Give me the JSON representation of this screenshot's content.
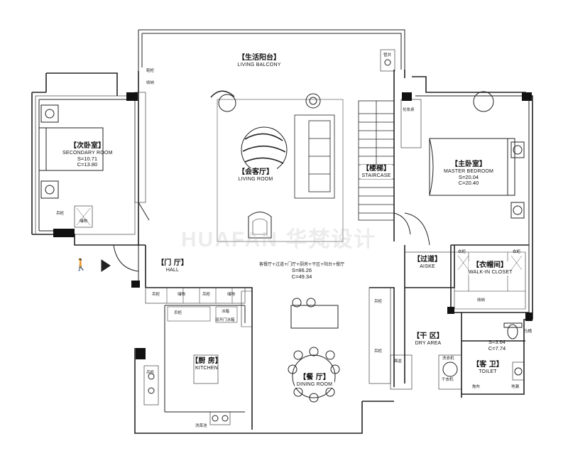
{
  "rooms": {
    "living_balcony": {
      "cn": "【生活阳台】",
      "en": "LIVING BALCONY"
    },
    "secondary_room": {
      "cn": "【次卧室】",
      "en": "SECONDARY ROOM",
      "area": "S=10.71",
      "perimeter": "C=13.80"
    },
    "living_room": {
      "cn": "【会客厅】",
      "en": "LIVING ROOM"
    },
    "staircase": {
      "cn": "【楼梯】",
      "en": "STAIRCASE"
    },
    "master_bedroom": {
      "cn": "【主卧室】",
      "en": "MASTER BEDROOM",
      "area": "S=20.04",
      "perimeter": "C=20.40"
    },
    "hall": {
      "cn": "【门 厅】",
      "en": "HALL"
    },
    "combined": {
      "cn": "客餐厅+过道+门厅+厨房+干区+阳台+餐厅",
      "area": "S=86.26",
      "perimeter": "C=49.34"
    },
    "aisle": {
      "cn": "【过道】",
      "en": "AISKE"
    },
    "walk_in_closet": {
      "cn": "【衣帽间】",
      "en": "WALK-IN CLOSET"
    },
    "kitchen": {
      "cn": "【厨 房】",
      "en": "KITCHEN"
    },
    "dining_room": {
      "cn": "【餐 厅】",
      "en": "DINING ROOM"
    },
    "dry_area": {
      "cn": "【干 区】",
      "en": "DRY AREA"
    },
    "toilet": {
      "cn": "【客 卫】",
      "en": "TOILET",
      "area": "S=3.64",
      "perimeter": "C=7.74"
    }
  },
  "fixtures": {
    "cabinet_a": "吊柜",
    "cabinet_b": "储物",
    "pipe": "管井",
    "drain": "地漏",
    "makeup": "化妆桌",
    "fridge": "冰箱",
    "fridge_cab": "双开门冰箱",
    "sink": "洗菜池",
    "washer": "洗衣机",
    "washbasin": "面盆",
    "toilet_bowl": "马桶",
    "mop": "拖布",
    "dryer": "干衣机",
    "shoe": "鞋柜",
    "clothes": "衣柜",
    "storage": "收纳"
  },
  "watermark": "HUAFAN 华梵设计"
}
